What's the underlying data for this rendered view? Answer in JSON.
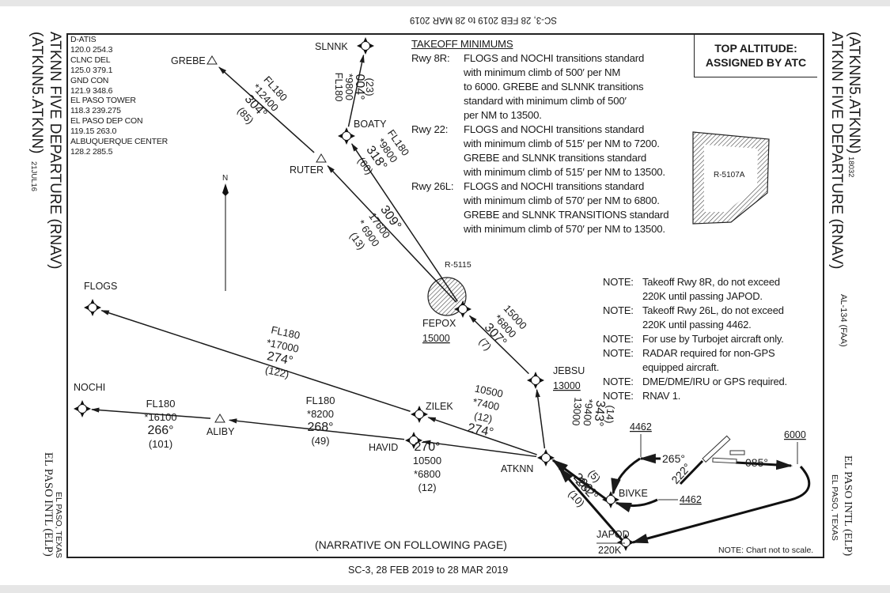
{
  "header": {
    "top_inverted": "SC-3, 28 FEB 2019 to 28 MAR 2019",
    "bottom": "SC-3,  28 FEB 2019  to  28 MAR 2019"
  },
  "left_margin": {
    "title": "ATKNN FIVE DEPARTURE  (RNAV)",
    "code": "(ATKNN5.ATKNN)",
    "date": "21JUL16",
    "airport": "EL PASO INTL  (ELP)",
    "city": "EL PASO, TEXAS"
  },
  "right_margin": {
    "code": "(ATKNN5.ATKNN)",
    "cycle": "18032",
    "title": "ATKNN FIVE DEPARTURE (RNAV)",
    "agency": "AL-134 (FAA)",
    "airport": "EL PASO INTL (ELP)",
    "city": "EL PASO, TEXAS"
  },
  "frequencies": [
    {
      "name": "D-ATIS",
      "value": "120.0  254.3"
    },
    {
      "name": "CLNC DEL",
      "value": "125.0  379.1"
    },
    {
      "name": "GND CON",
      "value": "121.9  348.6"
    },
    {
      "name": "EL PASO TOWER",
      "value": "118.3   239.275"
    },
    {
      "name": "EL PASO DEP CON",
      "value": "119.15  263.0"
    },
    {
      "name": "ALBUQUERQUE CENTER",
      "value": "128.2  285.5"
    }
  ],
  "top_altitude": {
    "line1": "TOP ALTITUDE:",
    "line2": "ASSIGNED BY ATC"
  },
  "takeoff_minimums": {
    "title": "TAKEOFF MINIMUMS",
    "rows": [
      {
        "runway": "Rwy 8R:",
        "text": "FLOGS and NOCHI transitions standard\nwith minimum climb of 500′ per NM\nto 6000. GREBE and SLNNK transitions\nstandard with minimum climb of 500′\nper NM to 13500."
      },
      {
        "runway": "Rwy 22:",
        "text": "FLOGS and NOCHI transitions standard\nwith minimum climb of 515′ per NM to 7200.\nGREBE and SLNNK transitions standard\nwith minimum climb of 515′ per NM to 13500."
      },
      {
        "runway": "Rwy 26L:",
        "text": "FLOGS and NOCHI transitions standard\nwith minimum climb of 570′ per NM to 6800.\nGREBE and SLNNK TRANSITIONS standard\nwith minimum climb of 570′ per NM to 13500."
      }
    ]
  },
  "notes": [
    {
      "label": "NOTE:",
      "text": "Takeoff Rwy 8R, do not exceed\n220K until passing JAPOD."
    },
    {
      "label": "NOTE:",
      "text": "Takeoff Rwy 26L, do not exceed\n220K until passing 4462."
    },
    {
      "label": "NOTE:",
      "text": "For use by Turbojet aircraft only."
    },
    {
      "label": "NOTE:",
      "text": "RADAR required for non-GPS\nequipped aircraft."
    },
    {
      "label": "NOTE:",
      "text": "DME/DME/IRU or GPS required."
    },
    {
      "label": "NOTE:",
      "text": "RNAV 1."
    }
  ],
  "narrative": "(NARRATIVE ON FOLLOWING PAGE)",
  "scale_note": "NOTE: Chart not to scale.",
  "north": "N",
  "airspace": [
    {
      "name": "R-5107A"
    },
    {
      "name": "R-5115"
    }
  ],
  "waypoints": {
    "GREBE": {
      "name": "GREBE",
      "type": "flyby-triangle"
    },
    "SLNNK": {
      "name": "SLNNK",
      "type": "rnav"
    },
    "BOATY": {
      "name": "BOATY",
      "type": "rnav"
    },
    "RUTER": {
      "name": "RUTER",
      "type": "flyby-triangle"
    },
    "FLOGS": {
      "name": "FLOGS",
      "type": "rnav"
    },
    "FEPOX": {
      "name": "FEPOX",
      "type": "rnav",
      "altitude": "15000"
    },
    "JEBSU": {
      "name": "JEBSU",
      "type": "rnav",
      "altitude": "13000"
    },
    "NOCHI": {
      "name": "NOCHI",
      "type": "rnav"
    },
    "ALIBY": {
      "name": "ALIBY",
      "type": "flyby-triangle"
    },
    "ZILEK": {
      "name": "ZILEK",
      "type": "rnav"
    },
    "HAVID": {
      "name": "HAVID",
      "type": "rnav"
    },
    "ATKNN": {
      "name": "ATKNN",
      "type": "rnav"
    },
    "BIVKE": {
      "name": "BIVKE",
      "type": "rnav"
    },
    "JAPOD": {
      "name": "JAPOD",
      "type": "rnav",
      "speed": "220K"
    }
  },
  "legs": [
    {
      "from": "RUTER",
      "to": "GREBE",
      "mea": "FL180",
      "moca": "*12400",
      "course": "304°",
      "dist": "(85)"
    },
    {
      "from": "BOATY",
      "to": "SLNNK",
      "mea": "FL180",
      "moca": "*9800",
      "course": "004°",
      "dist": "(23)"
    },
    {
      "from": "FEPOX",
      "to": "BOATY",
      "mea": "FL180",
      "moca": "*9800",
      "course": "318°",
      "dist": "(60)"
    },
    {
      "from": "FEPOX",
      "to": "RUTER",
      "mea": "17600",
      "moca": "* 6900",
      "course": "309°",
      "dist": "(13)"
    },
    {
      "from": "JEBSU",
      "to": "FEPOX",
      "mea": "15000",
      "moca": "*6800",
      "course": "307°",
      "dist": "(7)"
    },
    {
      "from": "ATKNN",
      "to": "JEBSU",
      "mea": "13000",
      "moca": "*9400",
      "course": "343°",
      "dist": "(14)"
    },
    {
      "from": "ZILEK",
      "to": "FLOGS",
      "mea": "FL180",
      "moca": "*17000",
      "course": "274°",
      "dist": "(122)"
    },
    {
      "from": "ATKNN",
      "to": "ZILEK",
      "mea": "10500",
      "moca": "*7400",
      "course": "274°",
      "dist": "(12)"
    },
    {
      "from": "ATKNN",
      "to": "HAVID",
      "mea": "10500",
      "moca": "*6800",
      "course": "270°",
      "dist": "(12)"
    },
    {
      "from": "HAVID",
      "to": "ALIBY",
      "mea": "FL180",
      "moca": "*8200",
      "course": "268°",
      "dist": "(49)"
    },
    {
      "from": "ALIBY",
      "to": "NOCHI",
      "mea": "FL180",
      "moca": "*16100",
      "course": "266°",
      "dist": "(101)"
    },
    {
      "from": "BIVKE",
      "to": "ATKNN",
      "course": "296°",
      "dist": "(5)"
    },
    {
      "from": "JAPOD",
      "to": "ATKNN",
      "course": "282°",
      "dist": "(10)"
    }
  ],
  "departures": {
    "rwy26l_heading": "265°",
    "rwy26l_alt": "4462",
    "rwy22_heading": "222°",
    "rwy22_alt": "4462",
    "rwy8r_heading": "085°",
    "rwy8r_alt": "6000"
  }
}
